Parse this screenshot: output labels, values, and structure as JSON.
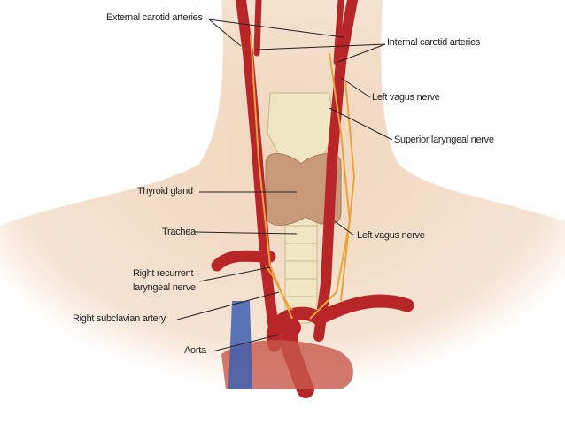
{
  "labels": {
    "external_carotid": "External carotid arteries",
    "internal_carotid": "Internal carotid arteries",
    "left_vagus_upper": "Left vagus nerve",
    "superior_laryngeal": "Superior laryngeal nerve",
    "thyroid": "Thyroid gland",
    "trachea": "Trachea",
    "left_vagus_lower": "Left vagus nerve",
    "right_recurrent_line1": "Right recurrent",
    "right_recurrent_line2": "laryngeal nerve",
    "right_subclavian": "Right subclavian artery",
    "aorta": "Aorta"
  },
  "colors": {
    "skin": "#f2dcc6",
    "artery": "#b8262a",
    "nerve": "#e8a33a",
    "cartilage": "#efe6c4",
    "thyroid": "#c99a7a",
    "vein": "#3d5fb0"
  }
}
